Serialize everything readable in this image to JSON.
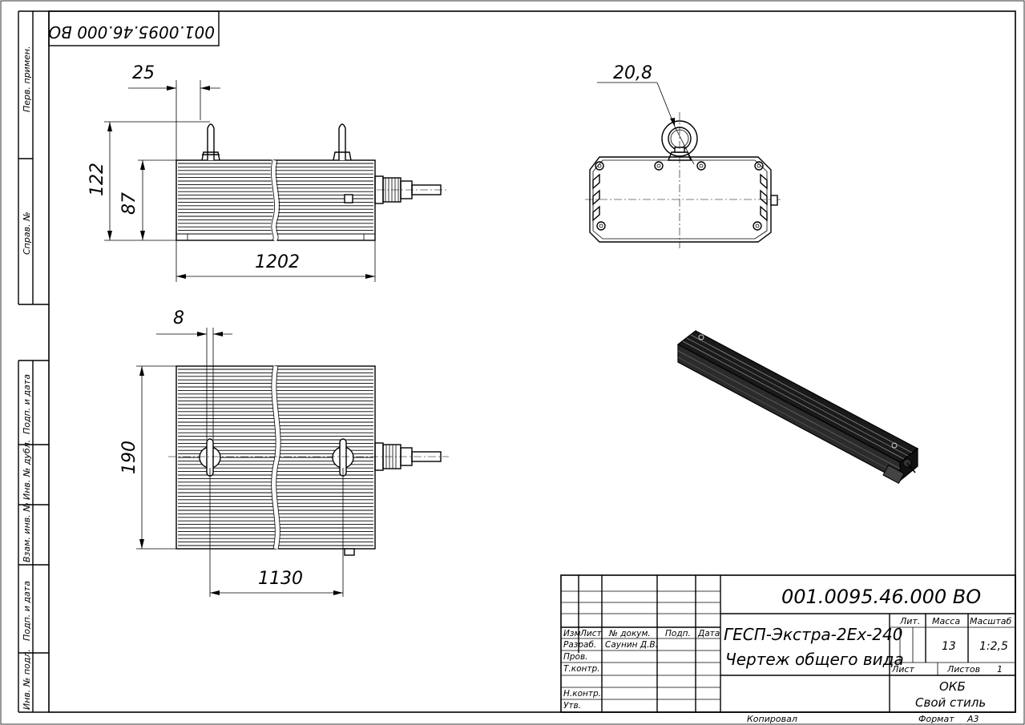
{
  "drawing_code": "001.0095.46.000 ВО",
  "drawing_code_rotated": "001.0095.46.000 ВО",
  "side_strip": {
    "perv_primen": "Перв. примен.",
    "sprav_no": "Справ. №",
    "podp_data_1": "Подп. и дата",
    "inv_dubl": "Инв. № дубл.",
    "vzam_inv": "Взам. инв. №",
    "podp_data_2": "Подп. и дата",
    "inv_podl": "Инв. № подл."
  },
  "dimensions": {
    "d25": "25",
    "d122": "122",
    "d87": "87",
    "d1202": "1202",
    "d8": "8",
    "d190": "190",
    "d1130": "1130",
    "d20_8": "20,8"
  },
  "title_block": {
    "code": "001.0095.46.000 ВО",
    "name_line1": "ГЕСП-Экстра-2Ex-240",
    "name_line2": "Чертеж общего вида",
    "col_izm": "Изм",
    "col_list": "Лист",
    "col_docum": "№ докум.",
    "col_podp": "Подп.",
    "col_data": "Дата",
    "row_razrab": "Разраб.",
    "razrab_name": "Саунин Д.В.",
    "row_prov": "Пров.",
    "row_tkontr": "Т.контр.",
    "row_nkontr": "Н.контр.",
    "row_utv": "Утв.",
    "lit_label": "Лит.",
    "mass_label": "Масса",
    "scale_label": "Масштаб",
    "mass_value": "13",
    "scale_value": "1:2,5",
    "sheet_label": "Лист",
    "sheets_label": "Листов",
    "sheets_value": "1",
    "org_line1": "ОКБ",
    "org_line2": "Свой стиль"
  },
  "footer": {
    "copied": "Копировал",
    "format_label": "Формат",
    "format_value": "А3"
  }
}
